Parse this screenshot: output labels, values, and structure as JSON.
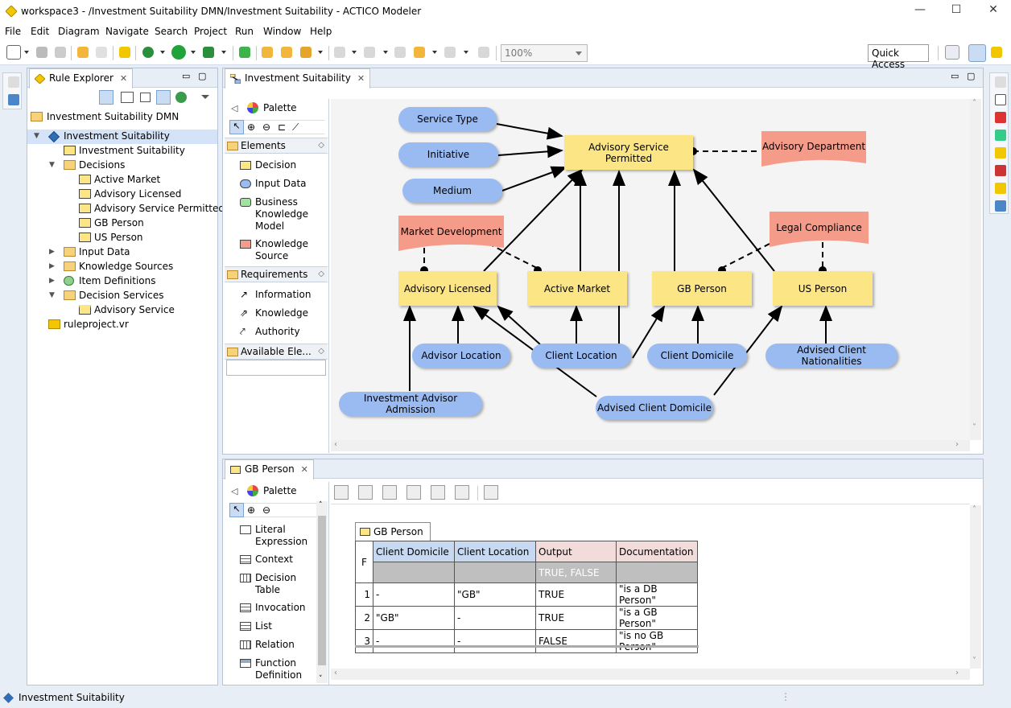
{
  "window": {
    "title": "workspace3 - /Investment Suitability DMN/Investment Suitability - ACTICO Modeler",
    "minimize": "—",
    "maximize": "☐",
    "close": "✕"
  },
  "menu": [
    "File",
    "Edit",
    "Diagram",
    "Navigate",
    "Search",
    "Project",
    "Run",
    "Window",
    "Help"
  ],
  "toolbar": {
    "zoom": "100%",
    "quick_access": "Quick Access"
  },
  "rule_explorer": {
    "tab_label": "Rule Explorer",
    "root": "Investment Suitability DMN",
    "items": [
      {
        "label": "Investment Suitability",
        "level": 1,
        "expanded": true,
        "icon": "diamond",
        "selected": true
      },
      {
        "label": "Investment Suitability",
        "level": 2,
        "icon": "drd"
      },
      {
        "label": "Decisions",
        "level": 2,
        "expanded": true,
        "icon": "folder"
      },
      {
        "label": "Active Market",
        "level": 3,
        "icon": "decision"
      },
      {
        "label": "Advisory Licensed",
        "level": 3,
        "icon": "decision"
      },
      {
        "label": "Advisory Service Permitted",
        "level": 3,
        "icon": "decision"
      },
      {
        "label": "GB Person",
        "level": 3,
        "icon": "decision"
      },
      {
        "label": "US Person",
        "level": 3,
        "icon": "decision"
      },
      {
        "label": "Input Data",
        "level": 2,
        "expanded": false,
        "icon": "folder"
      },
      {
        "label": "Knowledge Sources",
        "level": 2,
        "expanded": false,
        "icon": "folder"
      },
      {
        "label": "Item Definitions",
        "level": 2,
        "expanded": false,
        "icon": "itemdef"
      },
      {
        "label": "Decision Services",
        "level": 2,
        "expanded": true,
        "icon": "folder"
      },
      {
        "label": "Advisory Service",
        "level": 3,
        "icon": "service"
      },
      {
        "label": "ruleproject.vr",
        "level": 1,
        "icon": "file"
      }
    ]
  },
  "diagram_editor": {
    "tab_label": "Investment Suitability",
    "palette": {
      "title": "Palette",
      "elements_header": "Elements",
      "elements": [
        "Decision",
        "Input Data",
        "Business Knowledge Model",
        "Knowledge Source"
      ],
      "requirements_header": "Requirements",
      "requirements": [
        "Information",
        "Knowledge",
        "Authority"
      ],
      "available_header": "Available Ele..."
    },
    "nodes": {
      "service_type": "Service Type",
      "initiative": "Initiative",
      "medium": "Medium",
      "advisory_service_permitted": "Advisory Service Permitted",
      "advisory_department": "Advisory Department",
      "market_development": "Market Development",
      "legal_compliance": "Legal Compliance",
      "advisory_licensed": "Advisory Licensed",
      "active_market": "Active Market",
      "gb_person": "GB Person",
      "us_person": "US Person",
      "advisor_location": "Advisor Location",
      "client_location": "Client Location",
      "client_domicile": "Client Domicile",
      "advised_client_nationalities": "Advised Client Nationalities",
      "investment_advisor_admission": "Investment Advisor Admission",
      "advised_client_domicile": "Advised Client Domicile"
    }
  },
  "decision_editor": {
    "tab_label": "GB Person",
    "palette": {
      "title": "Palette",
      "items": [
        "Literal Expression",
        "Context",
        "Decision Table",
        "Invocation",
        "List",
        "Relation",
        "Function Definition"
      ]
    },
    "table": {
      "name": "GB Person",
      "hit_policy": "F",
      "columns": [
        "Client Domicile",
        "Client Location",
        "Output",
        "Documentation"
      ],
      "allowed_output": "TRUE, FALSE",
      "rows": [
        [
          "1",
          "-",
          "\"GB\"",
          "TRUE",
          "\"is a DB Person\""
        ],
        [
          "2",
          "\"GB\"",
          "-",
          "TRUE",
          "\"is a GB Person\""
        ],
        [
          "3",
          "-",
          "-",
          "FALSE",
          "\"is no GB Person\""
        ]
      ]
    }
  },
  "status_bar": {
    "text": "Investment Suitability"
  },
  "colors": {
    "decision": "#fbe584",
    "input": "#99bbf2",
    "knowledge_source": "#f59b8a",
    "input_header": "#c6d9f0",
    "output_header": "#f2dcdb"
  }
}
